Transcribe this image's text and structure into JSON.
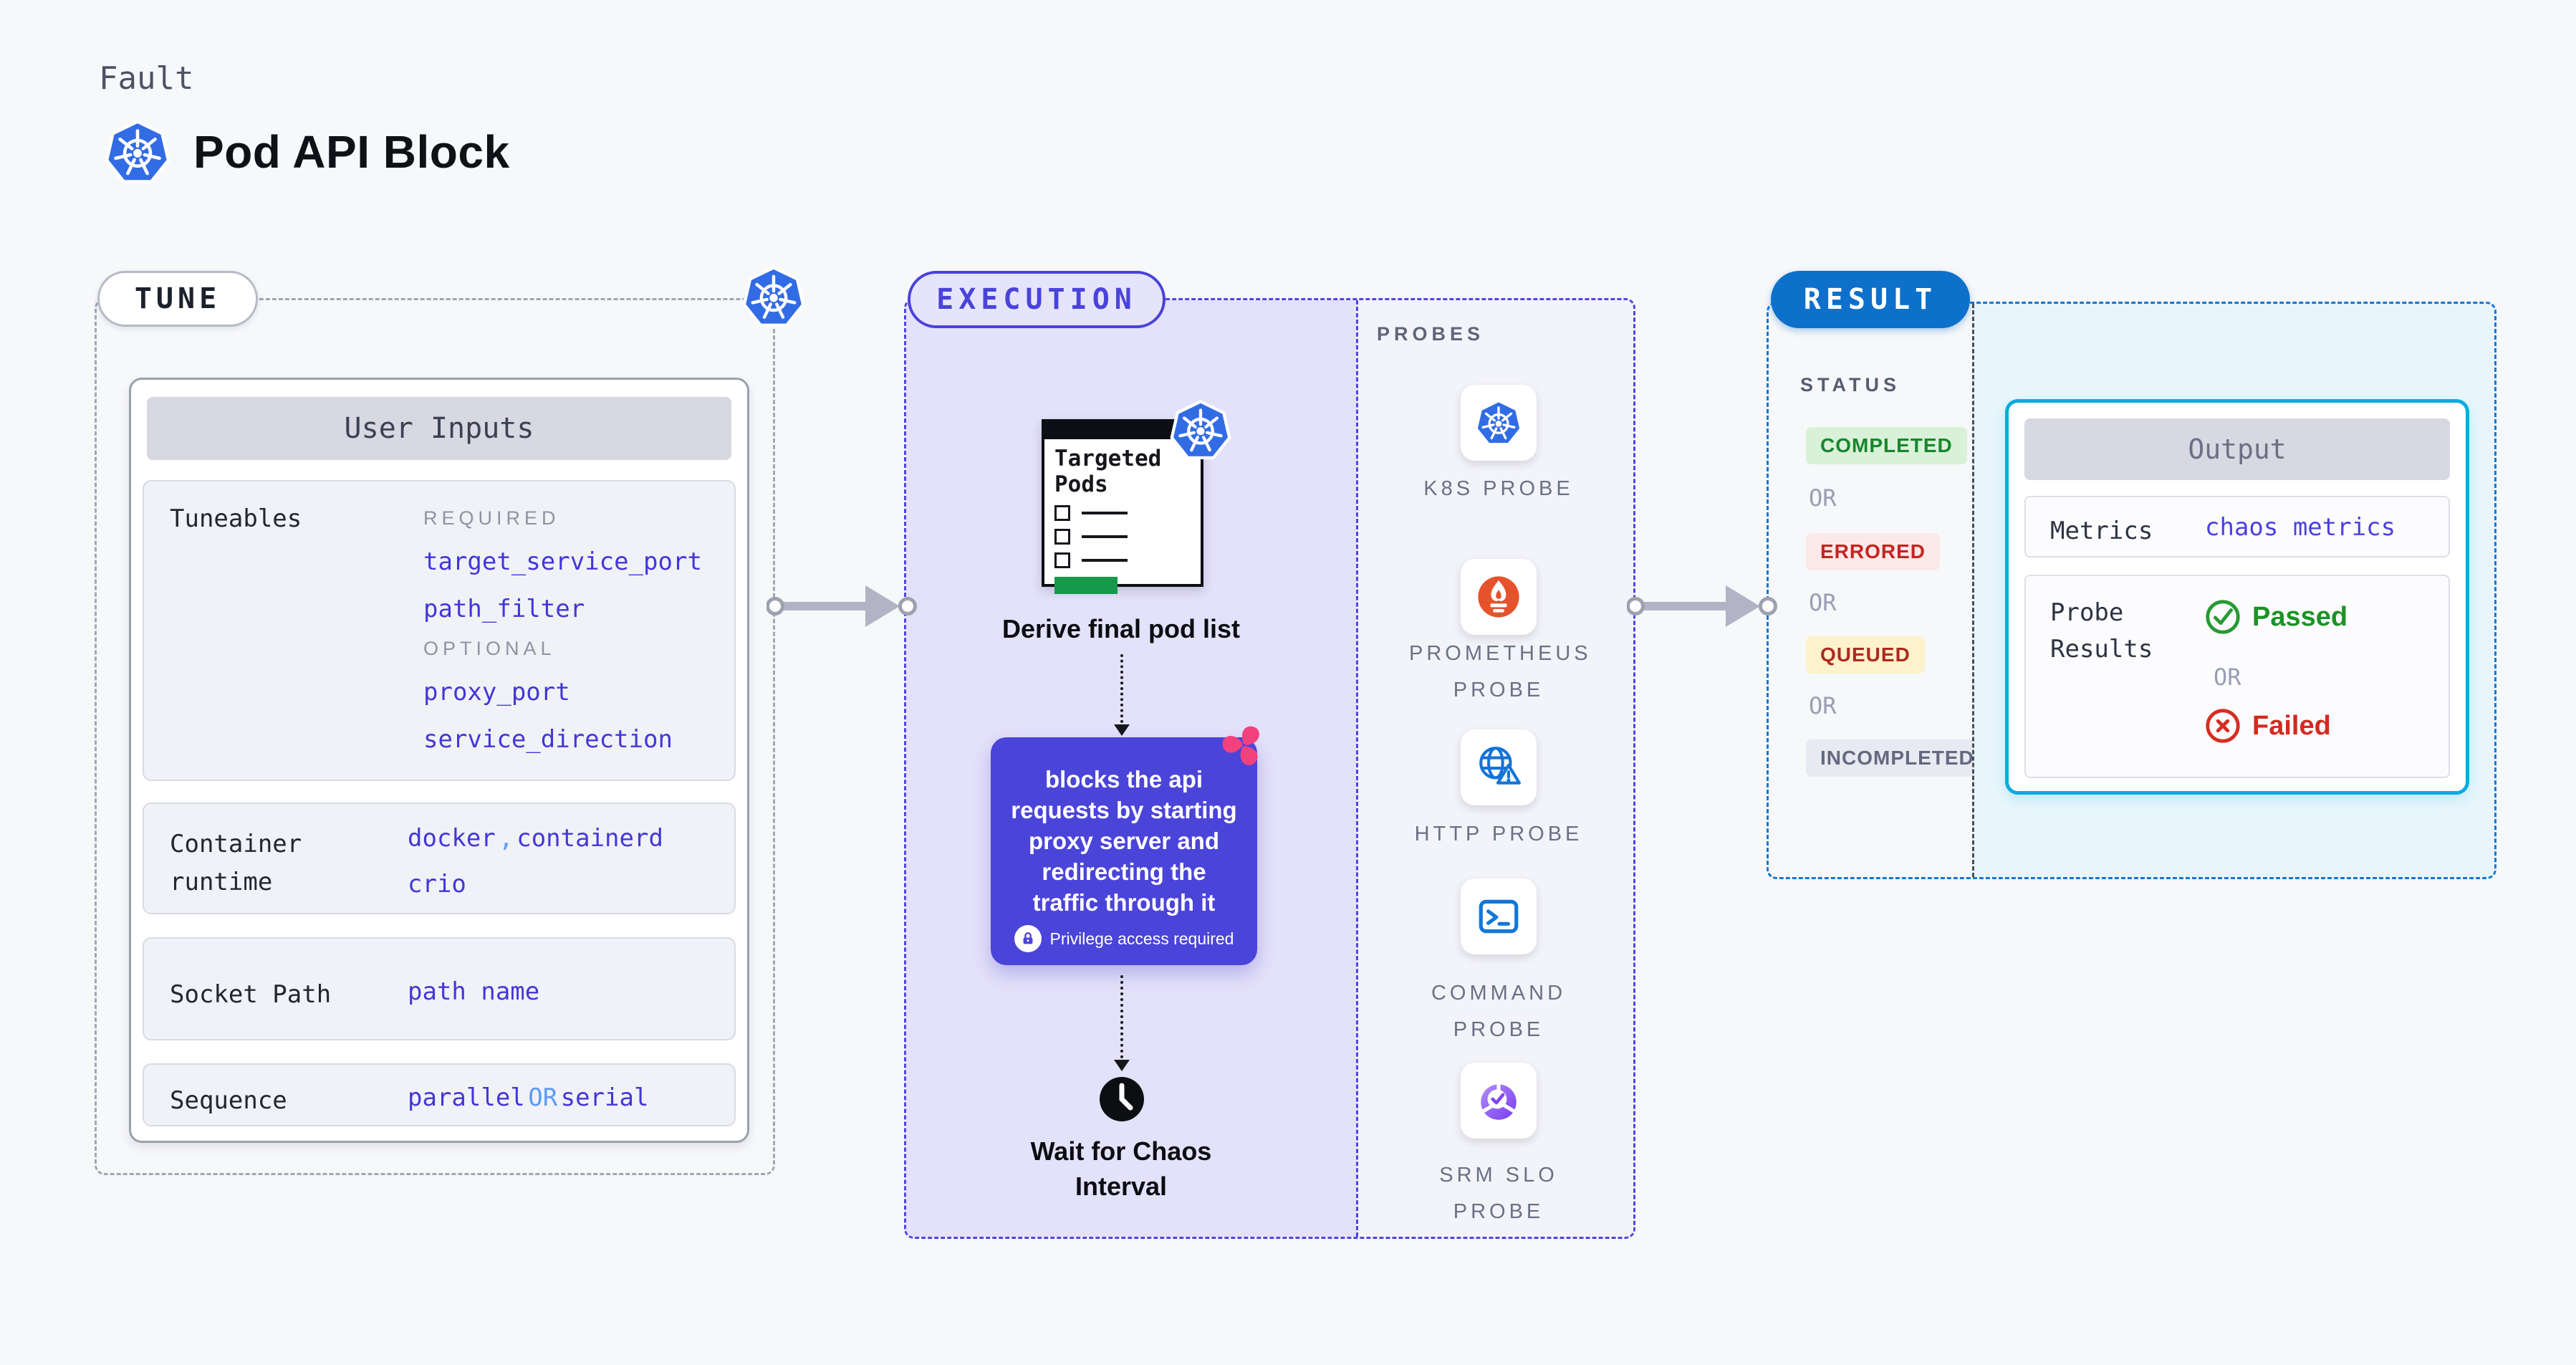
{
  "header": {
    "fault_label": "Fault",
    "title": "Pod API Block"
  },
  "tune": {
    "badge": "TUNE",
    "panel_title": "User Inputs",
    "tuneables": {
      "label": "Tuneables",
      "required_label": "REQUIRED",
      "required": [
        "target_service_port",
        "path_filter"
      ],
      "optional_label": "OPTIONAL",
      "optional": [
        "proxy_port",
        "service_direction"
      ]
    },
    "container_runtime": {
      "label": "Container runtime",
      "values": [
        "docker",
        "containerd",
        "crio"
      ],
      "separator": ","
    },
    "socket_path": {
      "label": "Socket Path",
      "value": "path name"
    },
    "sequence": {
      "label": "Sequence",
      "value_a": "parallel",
      "or": "OR",
      "value_b": "serial"
    }
  },
  "execution": {
    "badge": "EXECUTION",
    "targeted_pods_title": "Targeted Pods",
    "derive_label": "Derive final pod list",
    "action_text": "blocks the api requests by starting proxy server and redirecting the traffic through it",
    "privilege_note": "Privilege access required",
    "wait_label": "Wait for Chaos Interval"
  },
  "probes": {
    "section_label": "PROBES",
    "items": [
      {
        "label": "K8S PROBE",
        "icon": "kubernetes-icon"
      },
      {
        "label": "PROMETHEUS PROBE",
        "icon": "prometheus-icon"
      },
      {
        "label": "HTTP PROBE",
        "icon": "globe-alert-icon"
      },
      {
        "label": "COMMAND PROBE",
        "icon": "terminal-icon"
      },
      {
        "label": "SRM SLO PROBE",
        "icon": "slo-donut-icon"
      }
    ]
  },
  "result": {
    "badge": "RESULT",
    "status_label": "STATUS",
    "or_label": "OR",
    "statuses": [
      {
        "label": "COMPLETED",
        "type": "success"
      },
      {
        "label": "ERRORED",
        "type": "error"
      },
      {
        "label": "QUEUED",
        "type": "warning"
      },
      {
        "label": "INCOMPLETED",
        "type": "neutral"
      }
    ],
    "output": {
      "title": "Output",
      "metrics_label": "Metrics",
      "metrics_value": "chaos metrics",
      "probe_results_label": "Probe Results",
      "passed": "Passed",
      "or": "OR",
      "failed": "Failed"
    }
  },
  "colors": {
    "page_bg": "#f7f8fa",
    "accent_indigo": "#4f46e5",
    "lavender_bg": "#e4e1fa",
    "action_box": "#4b44d9",
    "value_indigo": "#4337d8",
    "value_light_blue": "#5b9bf7",
    "result_blue": "#0d70cb",
    "output_cyan": "#0caade",
    "cyan_bg": "#e8f6fc",
    "passed_green": "#1c9227",
    "failed_red": "#d32a20",
    "queued_bg": "#fcf2cc",
    "k8s_blue": "#326ce5",
    "prometheus_orange": "#e6522c",
    "litmus_pink": "#f2427e",
    "pods_green": "#17994a"
  }
}
